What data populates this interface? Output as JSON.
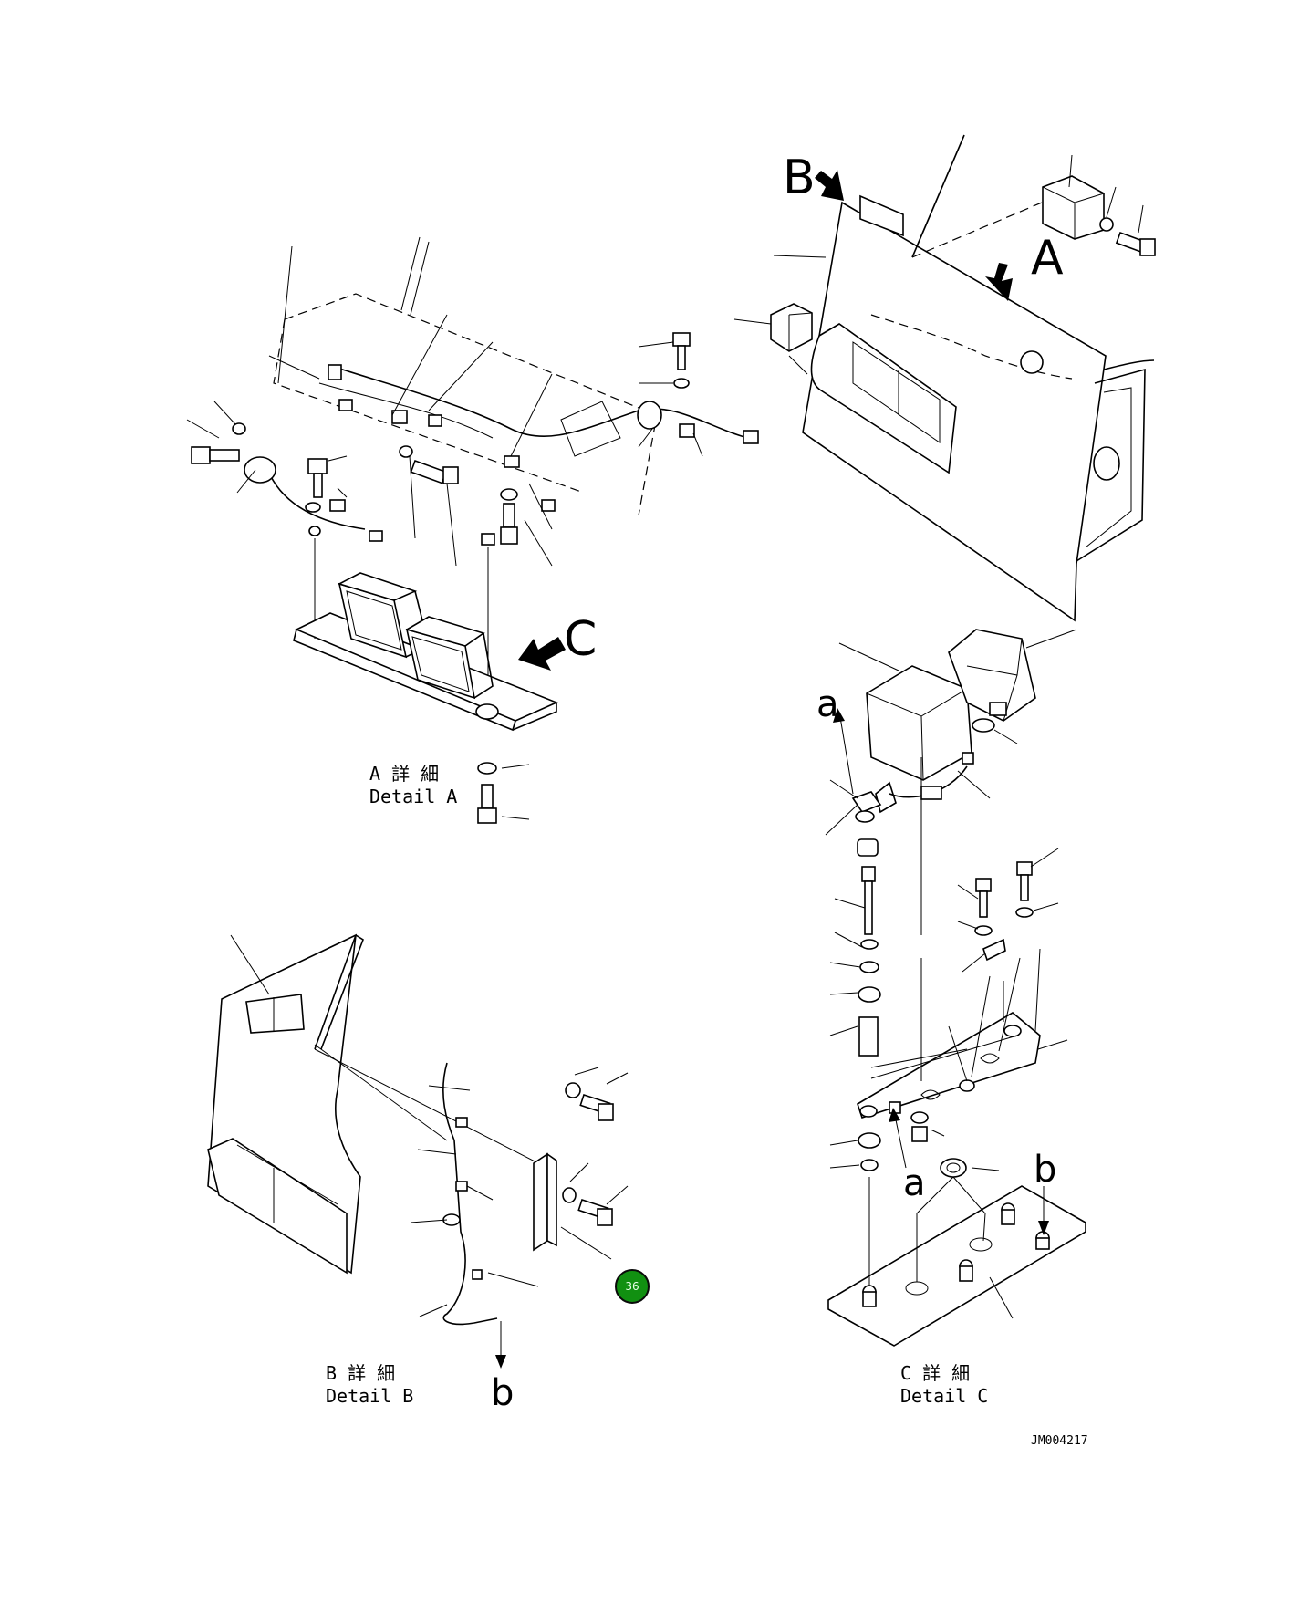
{
  "callouts": {
    "arrow_a": "A",
    "arrow_b": "B",
    "arrow_c": "C",
    "small_a_top": "a",
    "small_a_bottom": "a",
    "small_b_right": "b",
    "small_b_bottom": "b"
  },
  "details": {
    "a": {
      "jp": "A 詳 細",
      "en": "Detail A"
    },
    "b": {
      "jp": "B 詳 細",
      "en": "Detail B"
    },
    "c": {
      "jp": "C 詳 細",
      "en": "Detail C"
    }
  },
  "drawing_code": "JM004217",
  "marker": {
    "label": "36",
    "color": "#119011"
  },
  "colors": {
    "line": "#000000",
    "background": "#ffffff"
  }
}
